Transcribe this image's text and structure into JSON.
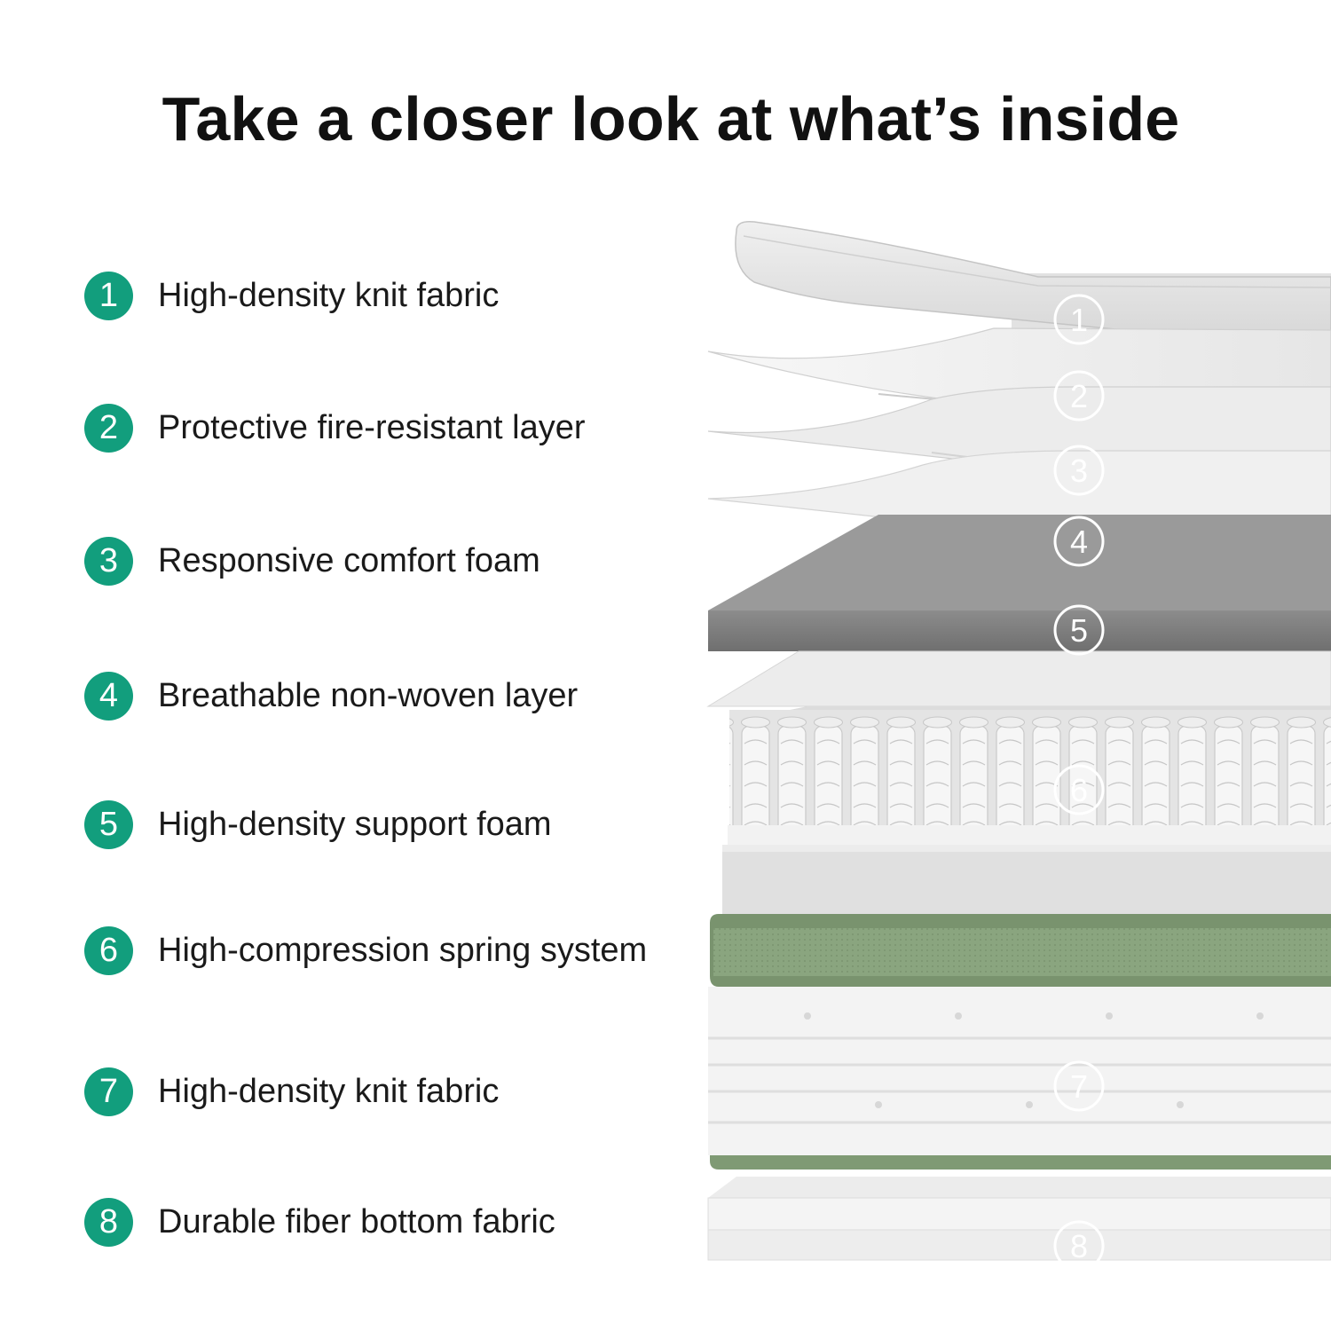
{
  "title": "Take a closer look at what’s inside",
  "accent_color": "#129e7d",
  "layers": [
    {
      "number": "1",
      "label": "High-density knit fabric"
    },
    {
      "number": "2",
      "label": "Protective fire-resistant layer"
    },
    {
      "number": "3",
      "label": "Responsive comfort foam"
    },
    {
      "number": "4",
      "label": "Breathable non-woven layer"
    },
    {
      "number": "5",
      "label": "High-density support foam"
    },
    {
      "number": "6",
      "label": "High-compression spring system"
    },
    {
      "number": "7",
      "label": "High-density knit fabric"
    },
    {
      "number": "8",
      "label": "Durable fiber bottom fabric"
    }
  ]
}
